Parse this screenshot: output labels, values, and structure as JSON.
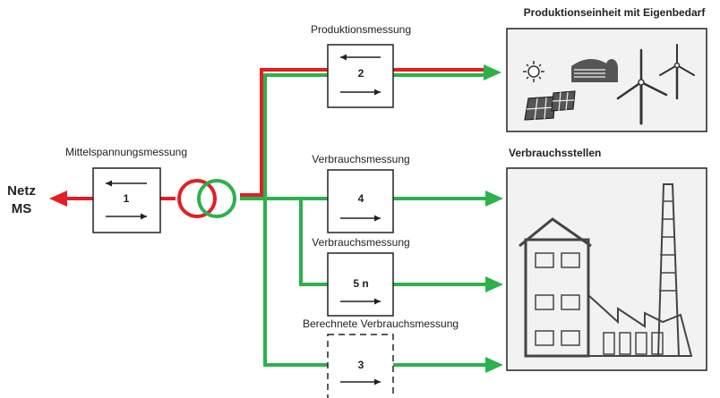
{
  "colors": {
    "red_line": "#e31e24",
    "green_line": "#2bb24c",
    "box_stroke": "#222222",
    "panel_fill": "#f2f2f2"
  },
  "grid": {
    "label_line1": "Netz",
    "label_line2": "MS"
  },
  "meters": {
    "m1": {
      "title": "Mittelspannungsmessung",
      "number": "1"
    },
    "m2": {
      "title": "Produktionsmessung",
      "number": "2"
    },
    "m4": {
      "title": "Verbrauchsmessung",
      "number": "4"
    },
    "m5": {
      "title": "Verbrauchsmessung",
      "number": "5 n"
    },
    "m3": {
      "title": "Berechnete Verbrauchsmessung",
      "number": "3"
    }
  },
  "production_unit": {
    "title": "Produktionseinheit mit Eigenbedarf"
  },
  "consumption_points": {
    "title": "Verbrauchsstellen"
  },
  "icons": [
    "sun-icon",
    "storage-building-icon",
    "wind-turbine-icon",
    "solar-panel-icon",
    "house-icon",
    "factory-icon",
    "chimney-icon"
  ]
}
